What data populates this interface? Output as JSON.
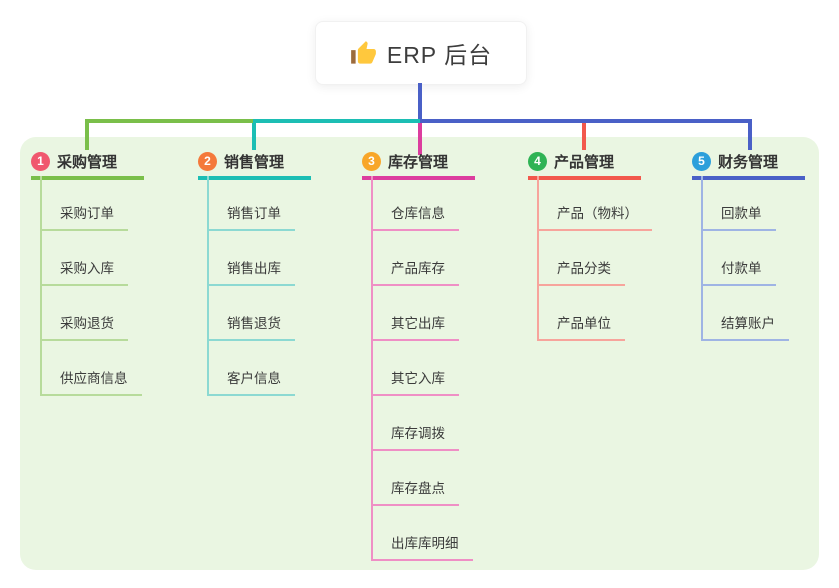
{
  "root": {
    "label": "ERP 后台",
    "icon": "thumbs-up"
  },
  "branches": [
    {
      "index": "1",
      "label": "采购管理",
      "badge_color": "#F0586E",
      "line_color": "#7ABF4A",
      "sub_line_color": "#B7DB9B",
      "children": [
        "采购订单",
        "采购入库",
        "采购退货",
        "供应商信息"
      ]
    },
    {
      "index": "2",
      "label": "销售管理",
      "badge_color": "#F4793B",
      "line_color": "#1CBEB4",
      "sub_line_color": "#8CD9D2",
      "children": [
        "销售订单",
        "销售出库",
        "销售退货",
        "客户信息"
      ]
    },
    {
      "index": "3",
      "label": "库存管理",
      "badge_color": "#F8A629",
      "line_color": "#DC3D9E",
      "sub_line_color": "#EF8FC5",
      "children": [
        "仓库信息",
        "产品库存",
        "其它出库",
        "其它入库",
        "库存调拨",
        "库存盘点",
        "出库库明细"
      ]
    },
    {
      "index": "4",
      "label": "产品管理",
      "badge_color": "#2FB355",
      "line_color": "#F2584C",
      "sub_line_color": "#F7A49C",
      "children": [
        "产品（物料）",
        "产品分类",
        "产品单位"
      ]
    },
    {
      "index": "5",
      "label": "财务管理",
      "badge_color": "#2C9FDB",
      "line_color": "#4A60C7",
      "sub_line_color": "#9FB4E4",
      "children": [
        "回款单",
        "付款单",
        "结算账户"
      ]
    }
  ],
  "colors": {
    "canvas_bg": "#FFFFFF",
    "panel_bg": "#EAF6E2",
    "trunk": "#4A60C7",
    "emoji_hand": "#FFC83D",
    "emoji_sleeve": "#9C6B3C",
    "text_dark": "#333333"
  }
}
